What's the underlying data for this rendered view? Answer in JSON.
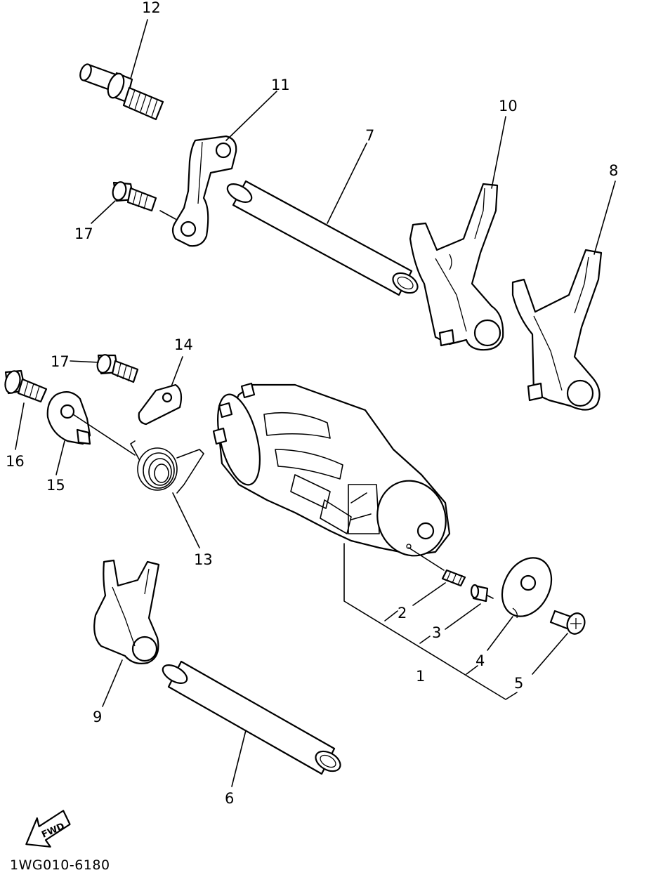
{
  "callouts": {
    "p1": "1",
    "p2": "2",
    "p3": "3",
    "p4": "4",
    "p5": "5",
    "p6": "6",
    "p7": "7",
    "p8": "8",
    "p9": "9",
    "p10": "10",
    "p11": "11",
    "p12": "12",
    "p13": "13",
    "p14": "14",
    "p15": "15",
    "p16": "16",
    "p17a": "17",
    "p17b": "17"
  },
  "fwd_label": "FWD",
  "diagram_code": "1WG010-6180"
}
